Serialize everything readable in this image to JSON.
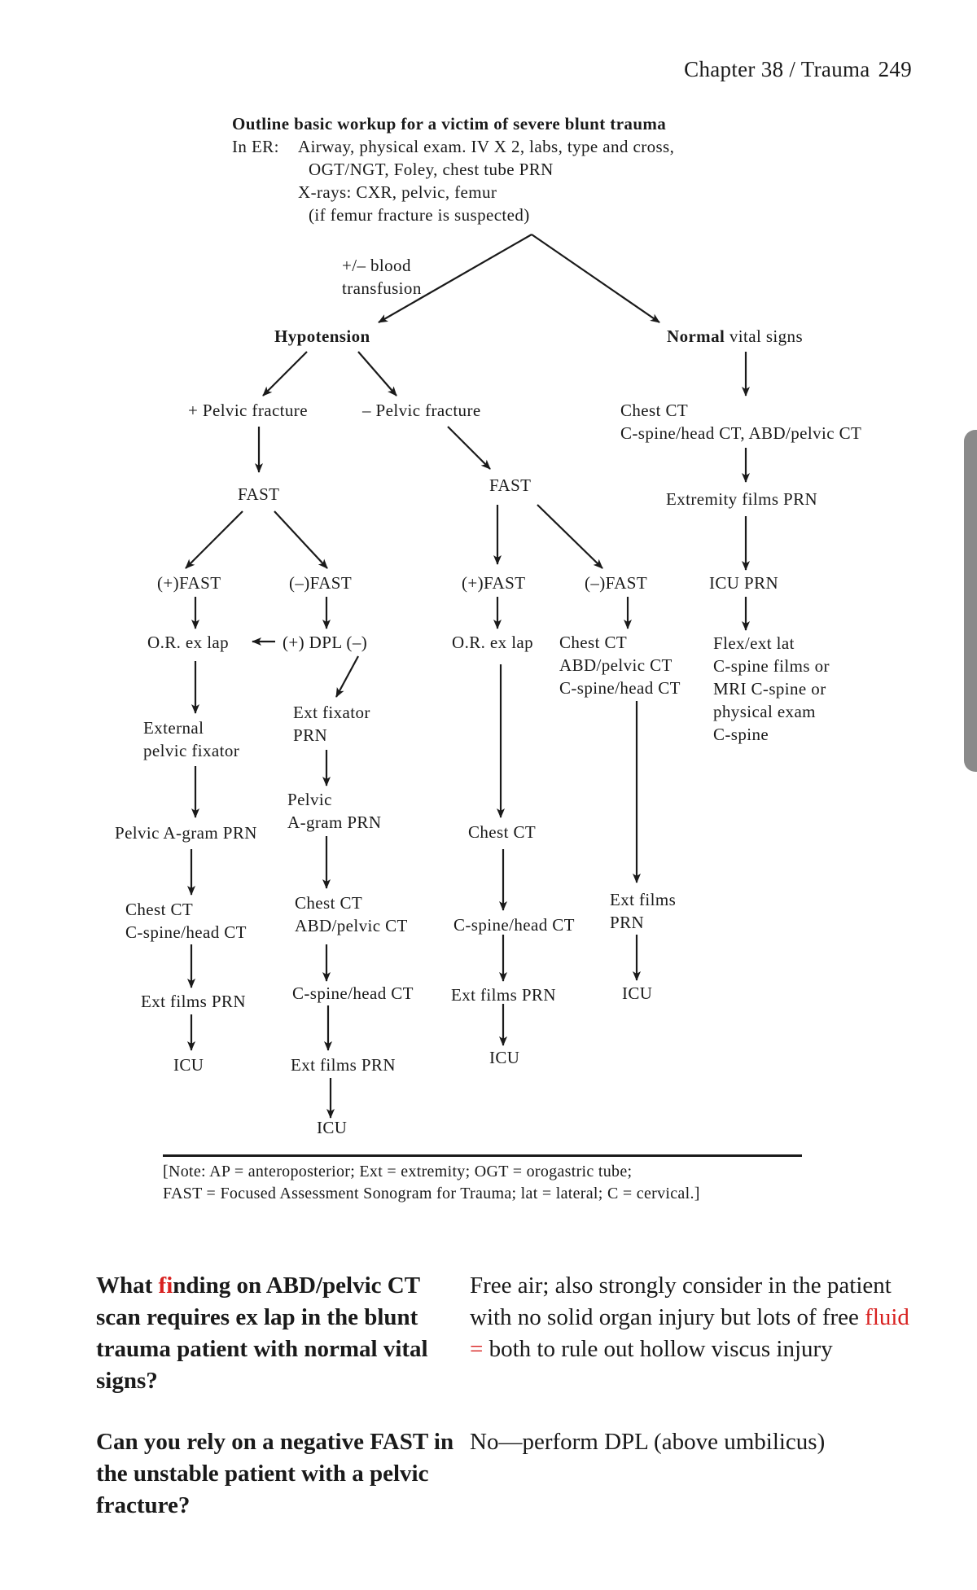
{
  "header": {
    "chapter": "Chapter 38 / Trauma",
    "page_number": "249"
  },
  "flowchart": {
    "title": "Outline basic workup for a victim of severe blunt trauma",
    "er_label": "In ER:",
    "er_lines": [
      "Airway, physical exam. IV X 2, labs, type and cross,",
      "OGT/NGT, Foley, chest tube PRN",
      "X-rays: CXR, pelvic, femur",
      "(if femur fracture is suspected)"
    ],
    "transfusion_lines": [
      "+/– blood",
      "transfusion"
    ],
    "hypotension": "Hypotension",
    "normal_bold": "Normal",
    "normal_rest": " vital signs",
    "pos_pelvic": "+ Pelvic fracture",
    "neg_pelvic": "– Pelvic fracture",
    "chest_ct_top_lines": [
      "Chest CT",
      "C-spine/head CT, ABD/pelvic CT"
    ],
    "fast_left": "FAST",
    "fast_mid": "FAST",
    "extremity_films": "Extremity films PRN",
    "pfast_1": "(+)FAST",
    "nfast_1": "(–)FAST",
    "pfast_2": "(+)FAST",
    "nfast_2": "(–)FAST",
    "icu_prn": "ICU PRN",
    "or_exlap_1": "O.R. ex lap",
    "dpl": "(+) DPL (–)",
    "or_exlap_2": "O.R. ex lap",
    "chest_abd_cspine_lines": [
      "Chest CT",
      "ABD/pelvic CT",
      "C-spine/head CT"
    ],
    "flex_lines": [
      "Flex/ext lat",
      "C-spine films or",
      "MRI C-spine or",
      "physical exam",
      "C-spine"
    ],
    "external_pelvic_lines": [
      "External",
      "pelvic fixator"
    ],
    "ext_fixator_lines": [
      "Ext fixator",
      "PRN"
    ],
    "pelvic_agram_lines": [
      "Pelvic",
      "A-gram PRN"
    ],
    "pelvic_agram_prn": "Pelvic A-gram PRN",
    "chest_ct_mid": "Chest CT",
    "col1_chest_lines": [
      "Chest CT",
      "C-spine/head CT"
    ],
    "col2_chest_lines": [
      "Chest CT",
      "ABD/pelvic CT"
    ],
    "col3_cspine": "C-spine/head CT",
    "col4_ext_lines": [
      "Ext films",
      "PRN"
    ],
    "col1_ext_films": "Ext films PRN",
    "col2_cspine": "C-spine/head CT",
    "col3_ext_films": "Ext films PRN",
    "col4_icu": "ICU",
    "col1_icu": "ICU",
    "col2_ext_films": "Ext films PRN",
    "col3_icu": "ICU",
    "col2_icu": "ICU"
  },
  "note_lines": [
    "[Note: AP = anteroposterior;  Ext = extremity; OGT = orogastric tube;",
    "FAST = Focused Assessment Sonogram for Trauma; lat = lateral; C = cervical.]"
  ],
  "qa": [
    {
      "question": "What finding on ABD/pelvic CT scan requires ex lap in the blunt trauma patient with normal vital signs?",
      "answer_parts": [
        "Free air; also strongly consider in the patient with no solid organ injury but lots of free ",
        "fluid",
        " ",
        "=",
        " both to rule out hollow viscus injury"
      ]
    },
    {
      "question": "Can you rely on a negative FAST in the unstable patient with a pelvic fracture?",
      "answer": "No—perform DPL (above umbilicus)"
    }
  ],
  "colors": {
    "text": "#1a1a1a",
    "highlight": "#d8201f",
    "side_tab": "#8a8a8a"
  }
}
